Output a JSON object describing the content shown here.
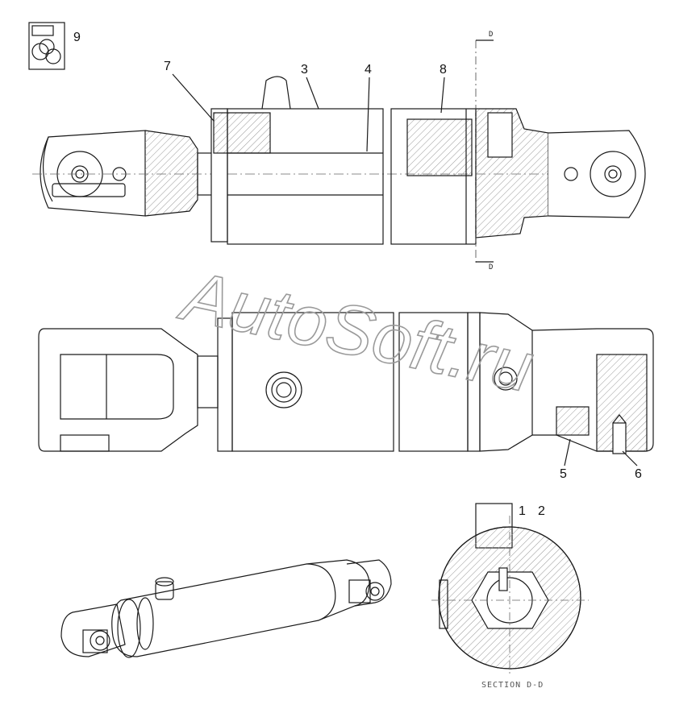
{
  "callouts": {
    "c1": "1",
    "c2": "2",
    "c3": "3",
    "c4": "4",
    "c5": "5",
    "c6": "6",
    "c7": "7",
    "c8": "8",
    "c9": "9"
  },
  "section_marks": {
    "top": "D",
    "bottom": "D"
  },
  "section_caption": "SECTION  D-D",
  "watermark": "AutoSoft.ru",
  "colors": {
    "line": "#1a1a1a",
    "hatch": "#8a8a8a",
    "watermark_stroke": "#9a9a9a"
  }
}
